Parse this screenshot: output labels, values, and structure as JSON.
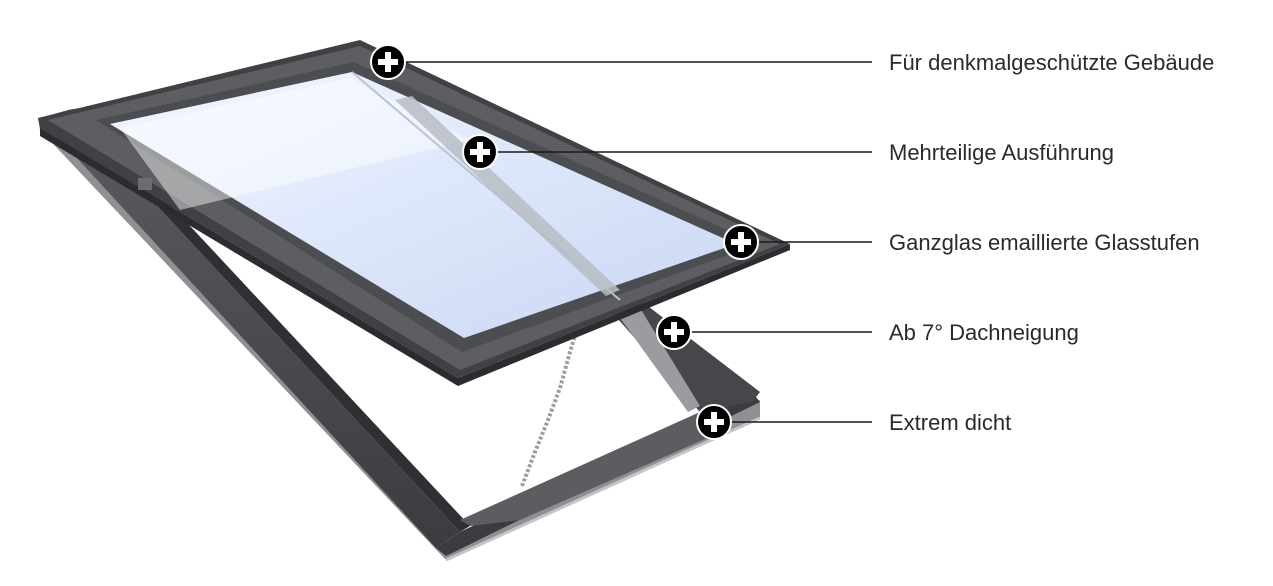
{
  "features": [
    {
      "label": "Für denkmalgeschützte Gebäude",
      "icon": "plus-icon"
    },
    {
      "label": "Mehrteilige Ausführung",
      "icon": "plus-icon"
    },
    {
      "label": "Ganzglas emaillierte Glasstufen",
      "icon": "plus-icon"
    },
    {
      "label": "Ab 7° Dachneigung",
      "icon": "plus-icon"
    },
    {
      "label": "Extrem dicht",
      "icon": "plus-icon"
    }
  ],
  "colors": {
    "frame": "#4a4c4f",
    "frame_dark": "#2e3033",
    "frame_light": "#7a7c80",
    "glass": "#dfe8fb",
    "glass_edge": "#c6d3f2",
    "hotspot": "#000000",
    "hotspot_ring": "#ffffff",
    "leader_line": "#1a1a1a",
    "text": "#2a2a2a"
  }
}
